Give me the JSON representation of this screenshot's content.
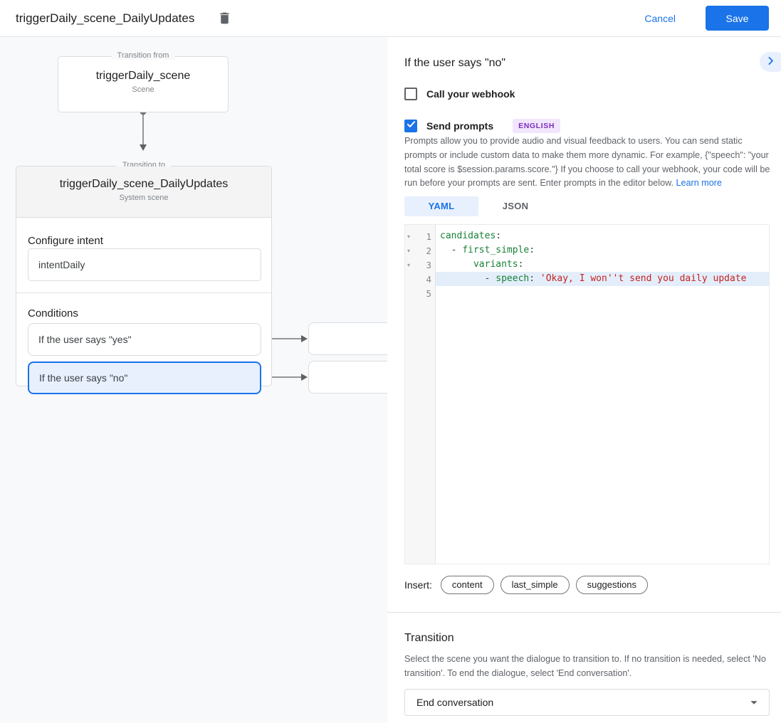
{
  "header": {
    "title": "triggerDaily_scene_DailyUpdates",
    "cancel_label": "Cancel",
    "save_label": "Save"
  },
  "flow": {
    "from_box": {
      "legend": "Transition from",
      "title": "triggerDaily_scene",
      "subtitle": "Scene"
    },
    "to_box": {
      "legend": "Transition to",
      "title": "triggerDaily_scene_DailyUpdates",
      "subtitle": "System scene",
      "intent_label": "Configure intent",
      "intent_value": "intentDaily",
      "conditions_label": "Conditions",
      "conditions": [
        {
          "label": "If the user says \"yes\"",
          "selected": false
        },
        {
          "label": "If the user says \"no\"",
          "selected": true
        }
      ]
    }
  },
  "panel": {
    "heading": "If the user says \"no\"",
    "webhook": {
      "label": "Call your webhook",
      "checked": false
    },
    "prompts": {
      "label": "Send prompts",
      "checked": true,
      "language_badge": "ENGLISH",
      "description": "Prompts allow you to provide audio and visual feedback to users. You can send static prompts or include custom data to make them more dynamic. For example, {\"speech\": \"your total score is $session.params.score.\"} If you choose to call your webhook, your code will be run before your prompts are sent. Enter prompts in the editor below.",
      "learn_more": "Learn more"
    },
    "editor": {
      "tabs": [
        {
          "label": "YAML",
          "active": true
        },
        {
          "label": "JSON",
          "active": false
        }
      ],
      "lines": [
        {
          "number": "1",
          "fold": true,
          "highlight": false,
          "tokens": [
            [
              "key",
              "candidates"
            ],
            [
              "p",
              ":"
            ]
          ]
        },
        {
          "number": "2",
          "fold": true,
          "highlight": false,
          "tokens": [
            [
              "p",
              "  - "
            ],
            [
              "key",
              "first_simple"
            ],
            [
              "p",
              ":"
            ]
          ]
        },
        {
          "number": "3",
          "fold": true,
          "highlight": false,
          "tokens": [
            [
              "p",
              "      "
            ],
            [
              "key",
              "variants"
            ],
            [
              "p",
              ":"
            ]
          ]
        },
        {
          "number": "4",
          "fold": false,
          "highlight": true,
          "tokens": [
            [
              "p",
              "        - "
            ],
            [
              "key",
              "speech"
            ],
            [
              "p",
              ": "
            ],
            [
              "str",
              "'Okay, I won''t send you daily update"
            ]
          ]
        },
        {
          "number": "5",
          "fold": false,
          "highlight": false,
          "tokens": []
        }
      ]
    },
    "insert": {
      "label": "Insert:",
      "chips": [
        "content",
        "last_simple",
        "suggestions"
      ]
    },
    "transition": {
      "heading": "Transition",
      "description": "Select the scene you want the dialogue to transition to. If no transition is needed, select 'No transition'. To end the dialogue, select 'End conversation'.",
      "value": "End conversation"
    }
  },
  "colors": {
    "accent_blue": "#1a73e8",
    "selected_condition_bg": "#e8f0fe",
    "yaml_key_green": "#188038",
    "yaml_string_red": "#c5221f",
    "badge_purple": "#7b2cbf"
  }
}
